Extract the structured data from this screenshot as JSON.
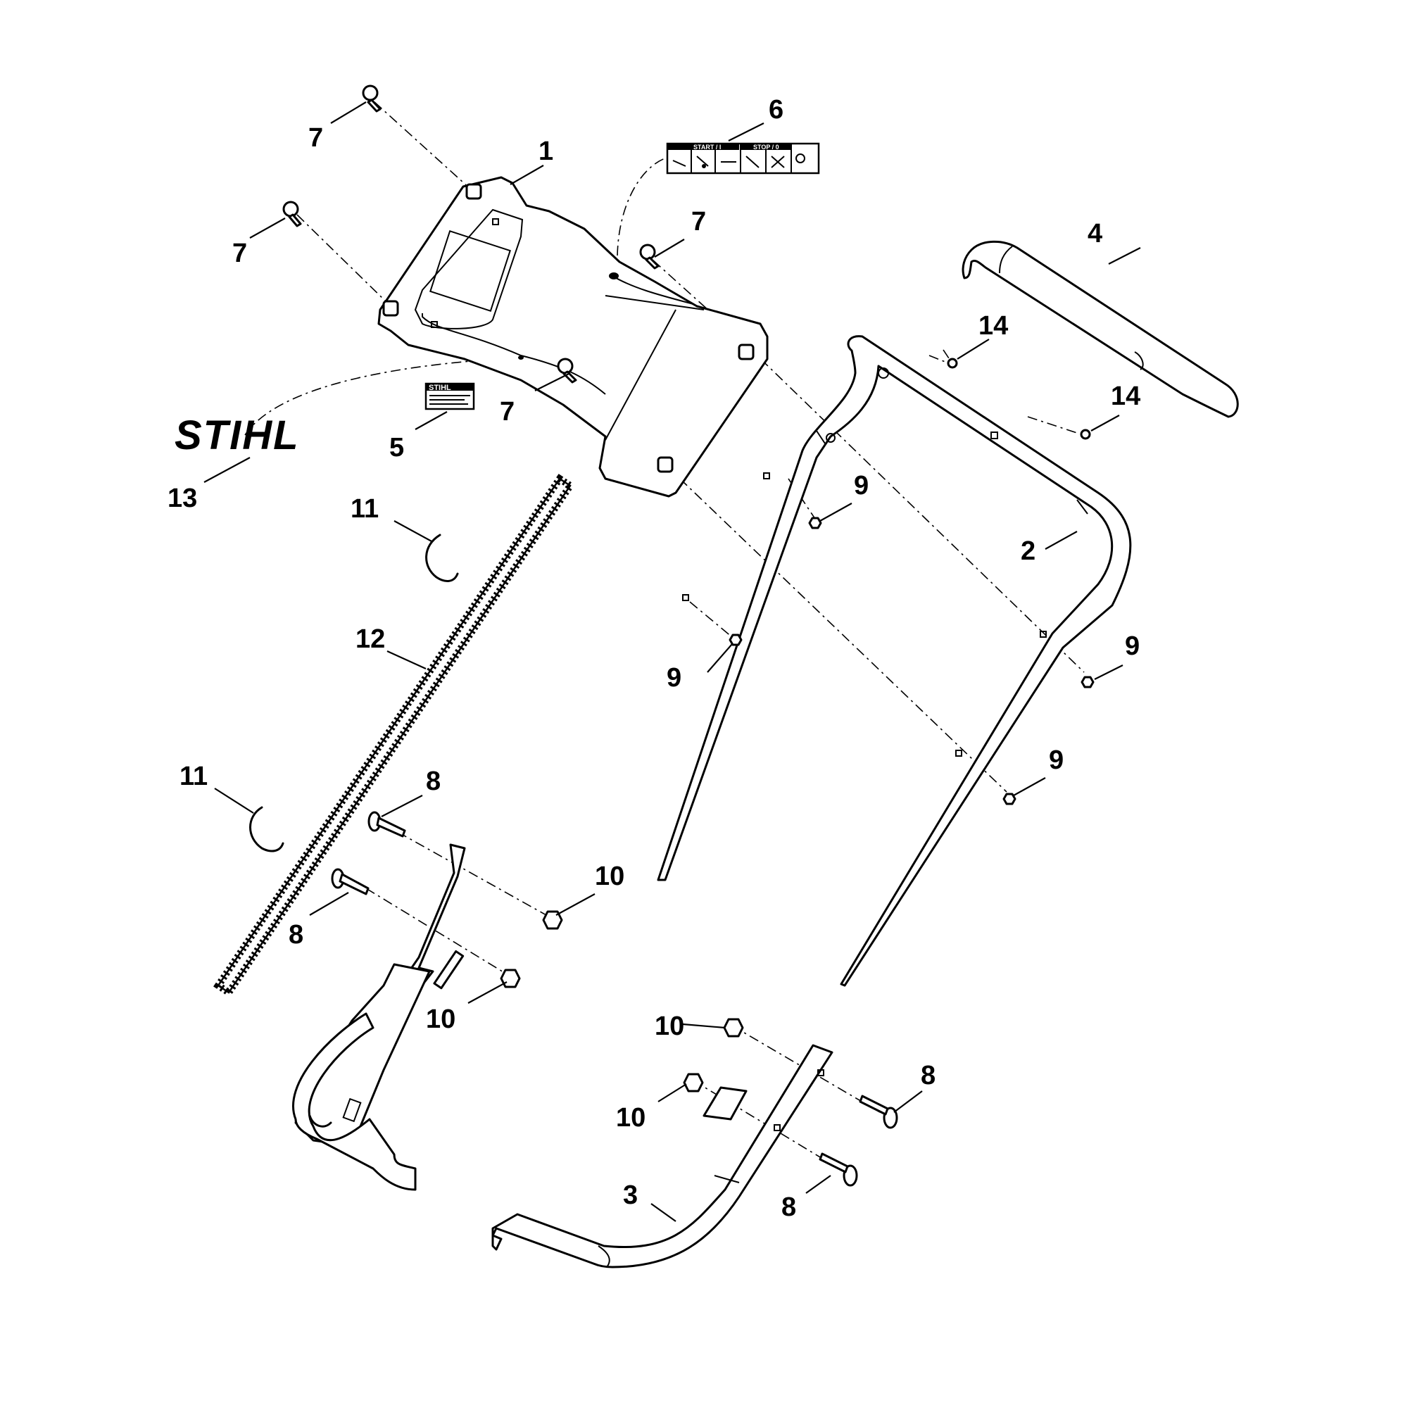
{
  "diagram": {
    "brand_logo": "STIHL",
    "decal_start_label": "START / I",
    "decal_stop_label": "STOP / 0",
    "rating_plate_logo": "STIHL",
    "callouts": {
      "c1": "1",
      "c2": "2",
      "c3": "3",
      "c4": "4",
      "c5": "5",
      "c6": "6",
      "c7a": "7",
      "c7b": "7",
      "c7c": "7",
      "c7d": "7",
      "c8a": "8",
      "c8b": "8",
      "c8c": "8",
      "c8d": "8",
      "c9a": "9",
      "c9b": "9",
      "c9c": "9",
      "c9d": "9",
      "c10a": "10",
      "c10b": "10",
      "c10c": "10",
      "c10d": "10",
      "c11a": "11",
      "c11b": "11",
      "c12": "12",
      "c13": "13",
      "c14a": "14",
      "c14b": "14"
    }
  }
}
